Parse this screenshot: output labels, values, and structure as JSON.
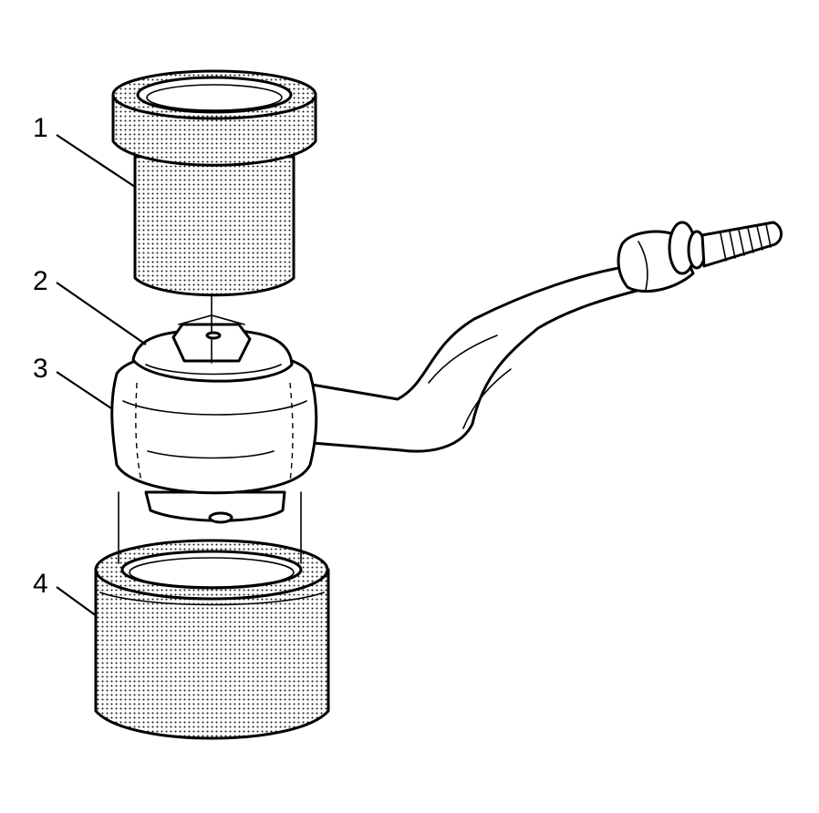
{
  "callouts": [
    {
      "id": "1",
      "text": "1"
    },
    {
      "id": "2",
      "text": "2"
    },
    {
      "id": "3",
      "text": "3"
    },
    {
      "id": "4",
      "text": "4"
    }
  ],
  "colors": {
    "ink": "#000000",
    "background": "#ffffff",
    "stipple": "#1a1a1a"
  }
}
